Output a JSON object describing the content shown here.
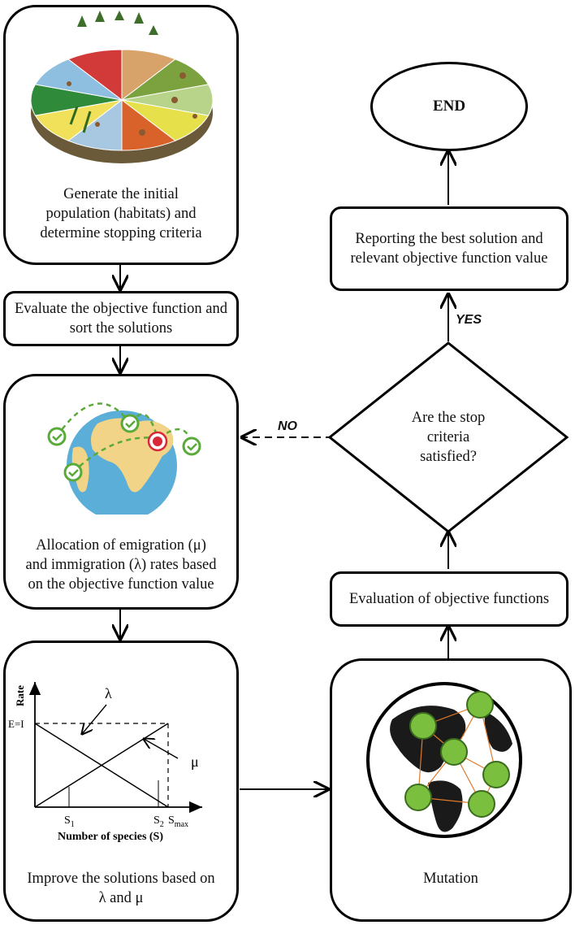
{
  "nodes": {
    "init": "Generate the initial population (habitats) and determine stopping criteria",
    "evaluate_sort": "Evaluate the objective function and sort the solutions",
    "allocation": "Allocation of emigration (μ) and immigration (λ) rates based on the objective function value",
    "improve": "Improve the solutions based on λ and μ",
    "mutation": "Mutation",
    "evaluation": "Evaluation of objective functions",
    "decision": "Are the stop criteria satisfied?",
    "report": "Reporting the best solution and relevant objective function value",
    "end": "END"
  },
  "edges": {
    "yes": "YES",
    "no": "NO"
  },
  "rate_chart": {
    "ylabel": "Rate",
    "xlabel": "Number of species (S)",
    "ytick": "E=I",
    "lambda": "λ",
    "mu": "μ",
    "s1": "S",
    "s1_sub": "1",
    "s2": "S",
    "s2_sub": "2",
    "smax": "S",
    "smax_sub": "max"
  },
  "colors": {
    "habitat_segments": [
      "#d8a36a",
      "#7ba23f",
      "#b8d48a",
      "#e6e04a",
      "#d9622b",
      "#a7c8e0",
      "#f0e05a",
      "#2f8a3a",
      "#8fbfe0",
      "#d23a3a"
    ],
    "ocean": "#5aaed8",
    "land": "#f2d488",
    "route": "#5aaa3a",
    "node_green": "#7bbf3f",
    "link_orange": "#e07a2a"
  }
}
